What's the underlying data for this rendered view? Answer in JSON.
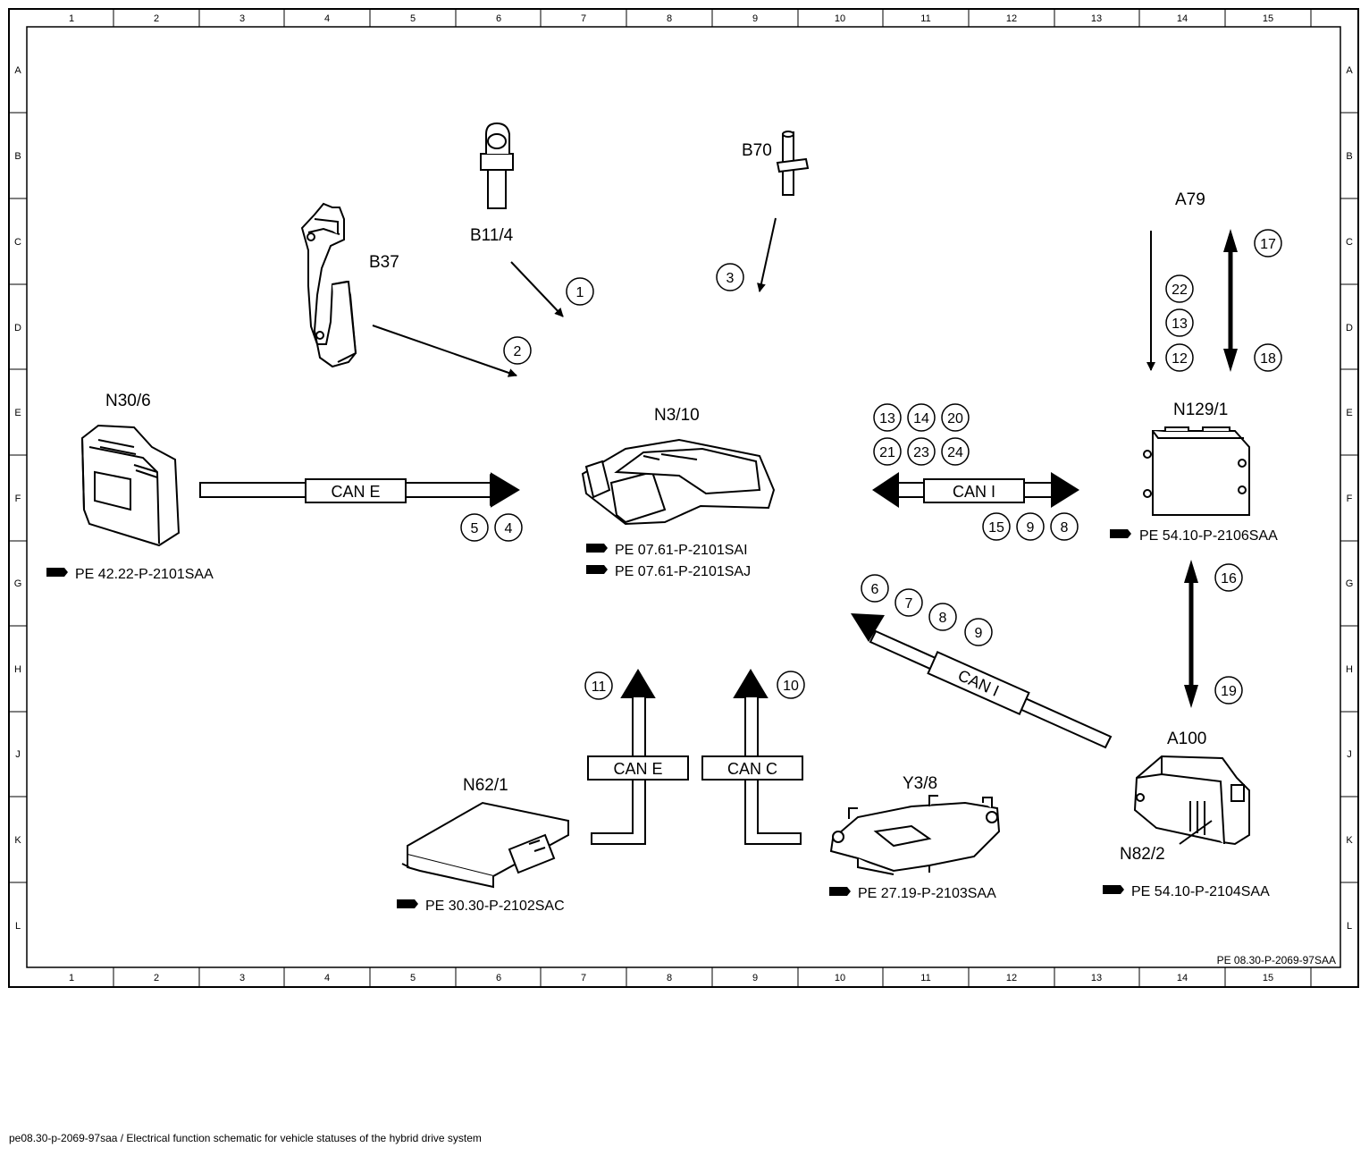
{
  "grid": {
    "columns": [
      "1",
      "2",
      "3",
      "4",
      "5",
      "6",
      "7",
      "8",
      "9",
      "10",
      "11",
      "12",
      "13",
      "14",
      "15"
    ],
    "rows": [
      "A",
      "B",
      "C",
      "D",
      "E",
      "F",
      "G",
      "H",
      "J",
      "K",
      "L"
    ]
  },
  "components": {
    "b37": "B37",
    "b11_4": "B11/4",
    "b70": "B70",
    "a79": "A79",
    "n30_6": "N30/6",
    "n3_10": "N3/10",
    "n129_1": "N129/1",
    "a100": "A100",
    "n82_2": "N82/2",
    "n62_1": "N62/1",
    "y3_8": "Y3/8"
  },
  "references": {
    "n30_6": "PE 42.22-P-2101SAA",
    "n3_10_a": "PE 07.61-P-2101SAI",
    "n3_10_b": "PE 07.61-P-2101SAJ",
    "n129_1": "PE 54.10-P-2106SAA",
    "n62_1": "PE 30.30-P-2102SAC",
    "y3_8": "PE 27.19-P-2103SAA",
    "a100": "PE 54.10-P-2104SAA"
  },
  "buses": {
    "can_e_left": "CAN E",
    "can_i_right": "CAN I",
    "can_i_diag": "CAN I",
    "can_e_bottom": "CAN E",
    "can_c_bottom": "CAN C"
  },
  "signals": {
    "s1": "1",
    "s2": "2",
    "s3": "3",
    "s5": "5",
    "s4": "4",
    "s17": "17",
    "s22": "22",
    "s13a": "13",
    "s12": "12",
    "s18": "18",
    "s13b": "13",
    "s14": "14",
    "s20": "20",
    "s21": "21",
    "s23": "23",
    "s24": "24",
    "s15": "15",
    "s9a": "9",
    "s8a": "8",
    "s16": "16",
    "s19": "19",
    "s6": "6",
    "s7": "7",
    "s8b": "8",
    "s9b": "9",
    "s11": "11",
    "s10": "10"
  },
  "document_id": "PE 08.30-P-2069-97SAA",
  "footer": "pe08.30-p-2069-97saa / Electrical function schematic for vehicle statuses of the hybrid drive system"
}
